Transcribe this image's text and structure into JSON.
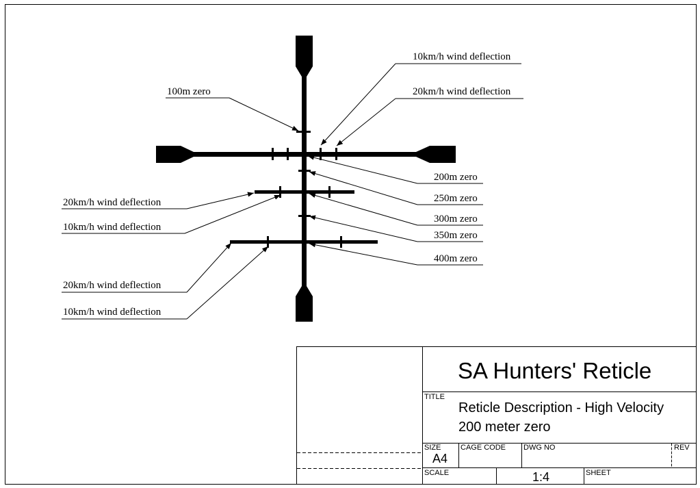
{
  "callouts": {
    "upper_10kmh": "10km/h wind deflection",
    "upper_20kmh": "20km/h wind deflection",
    "zero_100m": "100m zero",
    "zero_200m": "200m zero",
    "zero_250m": "250m zero",
    "zero_300m": "300m zero",
    "zero_350m": "350m zero",
    "zero_400m": "400m zero",
    "mid_20kmh": "20km/h wind deflection",
    "mid_10kmh": "10km/h wind deflection",
    "low_20kmh": "20km/h wind deflection",
    "low_10kmh": "10km/h wind deflection"
  },
  "title_block": {
    "company": "SA Hunters' Reticle",
    "title_caption": "TITLE",
    "title_line1": "Reticle Description - High Velocity",
    "title_line2": "200 meter zero",
    "size_caption": "SIZE",
    "size_value": "A4",
    "cage_code_caption": "CAGE CODE",
    "dwg_no_caption": "DWG NO",
    "rev_caption": "REV",
    "scale_caption": "SCALE",
    "scale_value": "1:4",
    "sheet_caption": "SHEET"
  }
}
